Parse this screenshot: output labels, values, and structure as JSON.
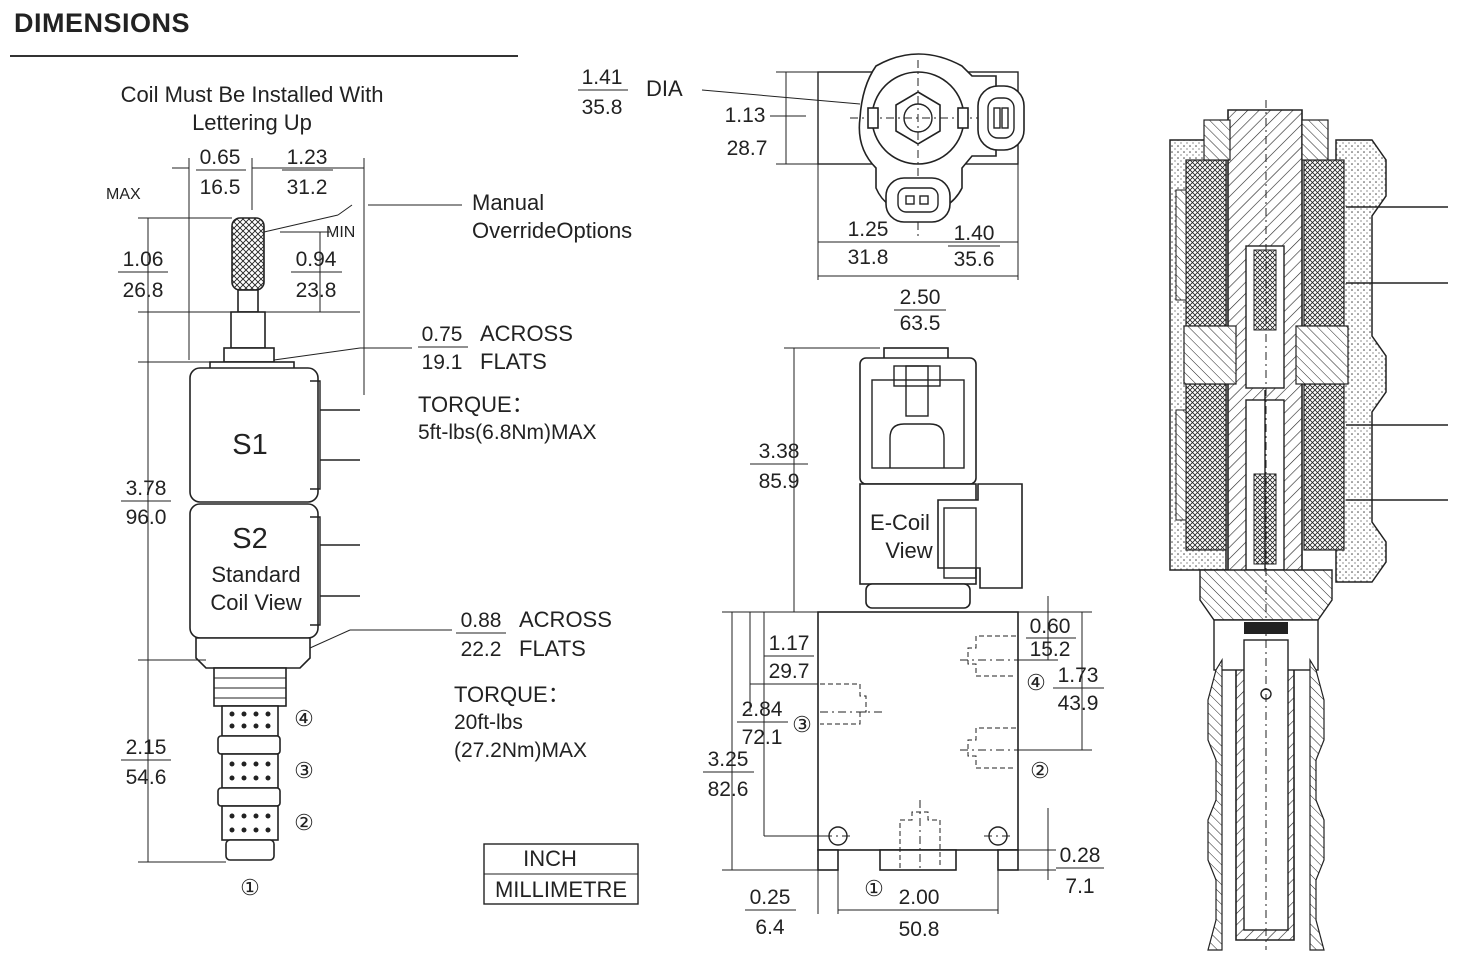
{
  "heading": "DIMENSIONS",
  "notes": {
    "install_line1": "Coil Must Be Installed With",
    "install_line2": "Lettering  Up",
    "max": "MAX",
    "min": "MIN",
    "manual_line1": "Manual",
    "manual_line2": "OverrideOptions",
    "across_flats_a": "ACROSS",
    "across_flats_b": "FLATS",
    "torque_label": "TORQUE：",
    "torque_small": "5ft-lbs(6.8Nm)MAX",
    "torque_large_line1": "20ft-lbs",
    "torque_large_line2": "(27.2Nm)MAX",
    "dia": "DIA",
    "coil_s1": "S1",
    "coil_s2": "S2",
    "standard_line1": "Standard",
    "standard_line2": "Coil View",
    "ecoil_line1": "E-Coil",
    "ecoil_line2": "View",
    "unit_inch": "INCH",
    "unit_mm": "MILLIMETRE"
  },
  "ports": {
    "p1": "①",
    "p2": "②",
    "p3": "③",
    "p4": "④"
  },
  "dims": {
    "d0_65": "0.65",
    "d16_5": "16.5",
    "d1_23": "1.23",
    "d31_2": "31.2",
    "d1_06": "1.06",
    "d26_8": "26.8",
    "d0_94": "0.94",
    "d23_8": "23.8",
    "d0_75": "0.75",
    "d19_1": "19.1",
    "d3_78": "3.78",
    "d96_0": "96.0",
    "d0_88": "0.88",
    "d22_2": "22.2",
    "d2_15": "2.15",
    "d54_6": "54.6",
    "d1_41": "1.41",
    "d35_8": "35.8",
    "d1_13": "1.13",
    "d28_7": "28.7",
    "d1_25": "1.25",
    "d31_8": "31.8",
    "d1_40": "1.40",
    "d35_6": "35.6",
    "d2_50": "2.50",
    "d63_5": "63.5",
    "d3_38": "3.38",
    "d85_9": "85.9",
    "d1_17": "1.17",
    "d29_7": "29.7",
    "d2_84": "2.84",
    "d72_1": "72.1",
    "d3_25": "3.25",
    "d82_6": "82.6",
    "d0_60": "0.60",
    "d15_2": "15.2",
    "d1_73": "1.73",
    "d43_9": "43.9",
    "d0_28": "0.28",
    "d7_1": "7.1",
    "d0_25": "0.25",
    "d6_4": "6.4",
    "d2_00": "2.00",
    "d50_8": "50.8"
  }
}
